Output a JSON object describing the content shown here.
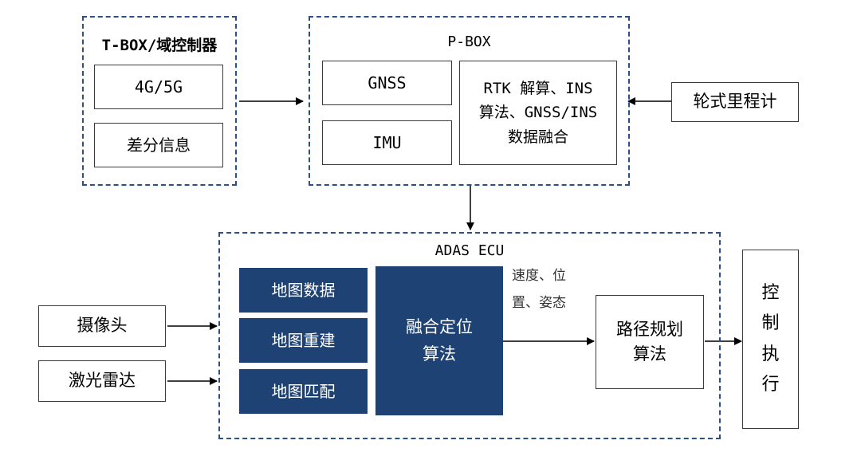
{
  "colors": {
    "dashed_border": "#2a4f8a",
    "block_fill": "#1d4273",
    "block_text": "#ffffff",
    "box_border": "#3a3a3a",
    "arrow": "#000000"
  },
  "tbox": {
    "title": "T-BOX/域控制器",
    "item_4g": "4G/5G",
    "item_diff": "差分信息"
  },
  "pbox": {
    "title": "P-BOX",
    "gnss": "GNSS",
    "imu": "IMU",
    "fusion_line1": "RTK 解算、INS",
    "fusion_line2": "算法、GNSS/INS",
    "fusion_line3": "数据融合"
  },
  "odometer": "轮式里程计",
  "adas": {
    "title": "ADAS ECU",
    "map_data": "地图数据",
    "map_rebuild": "地图重建",
    "map_match": "地图匹配",
    "fusion_line1": "融合定位",
    "fusion_line2": "算法",
    "output_line1": "速度、位",
    "output_line2": "置、姿态",
    "planning_line1": "路径规划",
    "planning_line2": "算法"
  },
  "sensors": {
    "camera": "摄像头",
    "lidar": "激光雷达"
  },
  "control": [
    "控",
    "制",
    "执",
    "行"
  ]
}
